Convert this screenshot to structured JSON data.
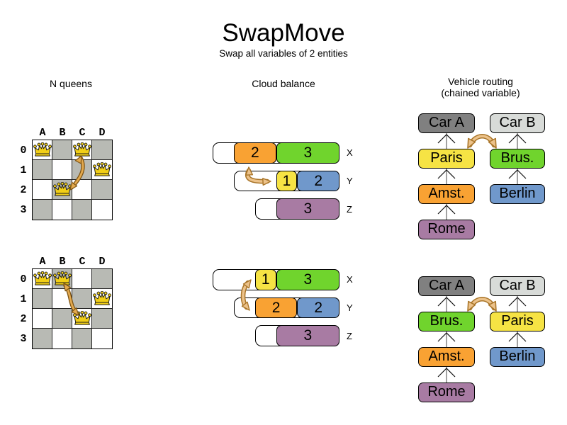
{
  "title": "SwapMove",
  "subtitle": "Swap all variables of 2 entities",
  "columns": {
    "nqueens": {
      "header": "N queens"
    },
    "cloud": {
      "header": "Cloud balance"
    },
    "vehicle": {
      "header_line1": "Vehicle routing",
      "header_line2": "(chained variable)"
    }
  },
  "colors": {
    "orange": "#f9a233",
    "green": "#70d42d",
    "yellow": "#f6e344",
    "blue": "#7098cb",
    "purple": "#a87ba3",
    "dark_gray": "#808080",
    "light_gray": "#d8dbd8",
    "board_gray": "#b8bab4",
    "queen_gold": "#f2cf17",
    "swap_arrow_fill": "#ecc28a",
    "swap_arrow_stroke": "#a97529",
    "queen_arrow_fill": "#e3a94e",
    "queen_arrow_stroke": "#7d5414"
  },
  "nqueens": {
    "col_labels": [
      "A",
      "B",
      "C",
      "D"
    ],
    "row_labels": [
      "0",
      "1",
      "2",
      "3"
    ],
    "before": {
      "queens": [
        {
          "col": "A",
          "row": 0
        },
        {
          "col": "C",
          "row": 0
        },
        {
          "col": "D",
          "row": 1
        },
        {
          "col": "B",
          "row": 2
        }
      ]
    },
    "after": {
      "queens": [
        {
          "col": "A",
          "row": 0
        },
        {
          "col": "B",
          "row": 0
        },
        {
          "col": "D",
          "row": 1
        },
        {
          "col": "C",
          "row": 2
        }
      ]
    }
  },
  "cloud": {
    "before": {
      "rows": [
        {
          "label": "X",
          "capacity": 6,
          "blocks": [
            {
              "value": "2",
              "color": "orange"
            },
            {
              "value": "3",
              "color": "green"
            }
          ]
        },
        {
          "label": "Y",
          "capacity": 5,
          "blocks": [
            {
              "value": "1",
              "color": "yellow"
            },
            {
              "value": "2",
              "color": "blue"
            }
          ]
        },
        {
          "label": "Z",
          "capacity": 4,
          "blocks": [
            {
              "value": "3",
              "color": "purple"
            }
          ]
        }
      ]
    },
    "after": {
      "rows": [
        {
          "label": "X",
          "capacity": 6,
          "blocks": [
            {
              "value": "1",
              "color": "yellow"
            },
            {
              "value": "3",
              "color": "green"
            }
          ]
        },
        {
          "label": "Y",
          "capacity": 5,
          "blocks": [
            {
              "value": "2",
              "color": "orange"
            },
            {
              "value": "2",
              "color": "blue"
            }
          ]
        },
        {
          "label": "Z",
          "capacity": 4,
          "blocks": [
            {
              "value": "3",
              "color": "purple"
            }
          ]
        }
      ]
    }
  },
  "vehicle": {
    "before": {
      "left_chain": [
        {
          "label": "Car A",
          "color": "dark_gray"
        },
        {
          "label": "Paris",
          "color": "yellow"
        },
        {
          "label": "Amst.",
          "color": "orange"
        },
        {
          "label": "Rome",
          "color": "purple"
        }
      ],
      "right_chain": [
        {
          "label": "Car B",
          "color": "light_gray"
        },
        {
          "label": "Brus.",
          "color": "green"
        },
        {
          "label": "Berlin",
          "color": "blue"
        }
      ]
    },
    "after": {
      "left_chain": [
        {
          "label": "Car A",
          "color": "dark_gray"
        },
        {
          "label": "Brus.",
          "color": "green"
        },
        {
          "label": "Amst.",
          "color": "orange"
        },
        {
          "label": "Rome",
          "color": "purple"
        }
      ],
      "right_chain": [
        {
          "label": "Car B",
          "color": "light_gray"
        },
        {
          "label": "Paris",
          "color": "yellow"
        },
        {
          "label": "Berlin",
          "color": "blue"
        }
      ]
    }
  }
}
